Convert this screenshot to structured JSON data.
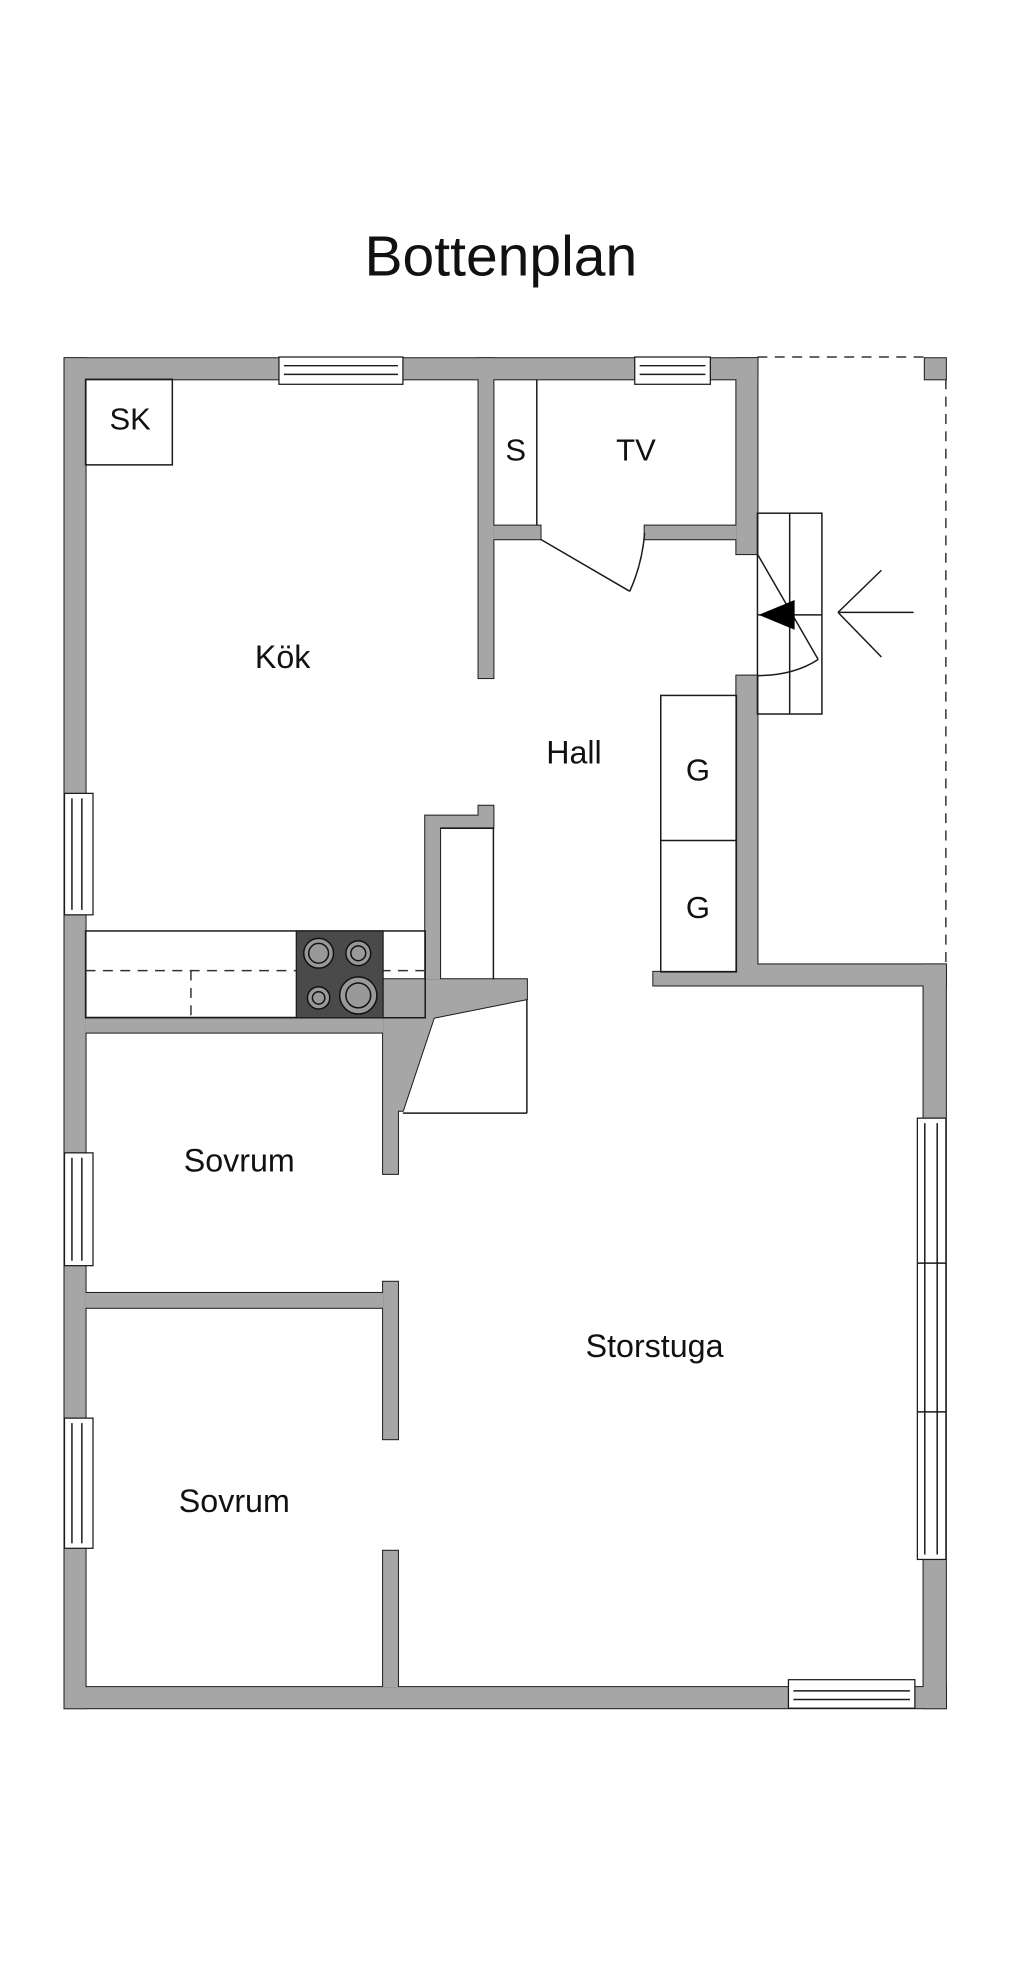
{
  "title": "Bottenplan",
  "rooms": {
    "sk": "SK",
    "s": "S",
    "tv": "TV",
    "kok": "Kök",
    "hall": "Hall",
    "g1": "G",
    "g2": "G",
    "sovrum1": "Sovrum",
    "storstuga": "Storstuga",
    "sovrum2": "Sovrum"
  },
  "colors": {
    "wall": "#a6a6a6",
    "stove": "#4a4a4a",
    "line": "#1a1a1a"
  }
}
